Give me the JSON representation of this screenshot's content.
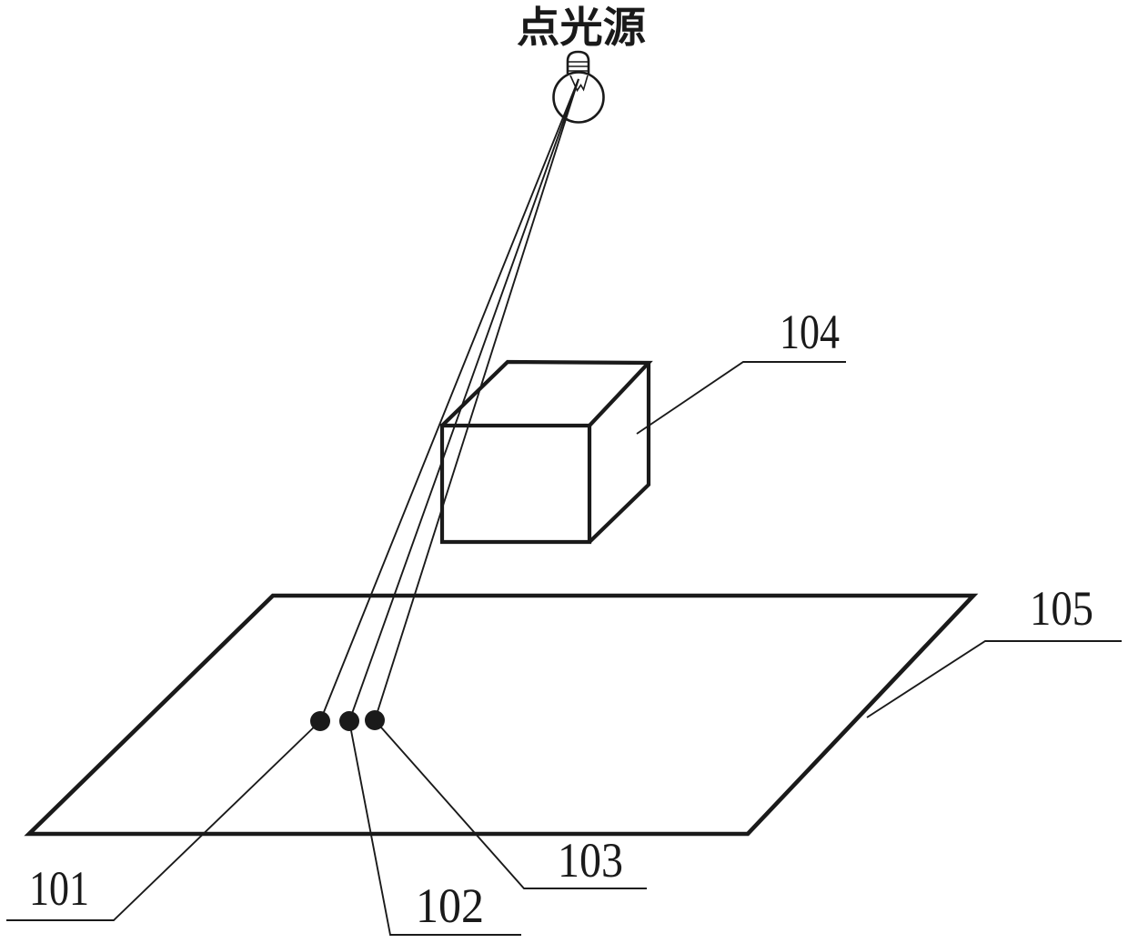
{
  "figure": {
    "title_label": "点光源",
    "labels": {
      "n101": "101",
      "n102": "102",
      "n103": "103",
      "n104": "104",
      "n105": "105"
    },
    "colors": {
      "ink": "#1a1a1a",
      "background": "#ffffff"
    }
  }
}
